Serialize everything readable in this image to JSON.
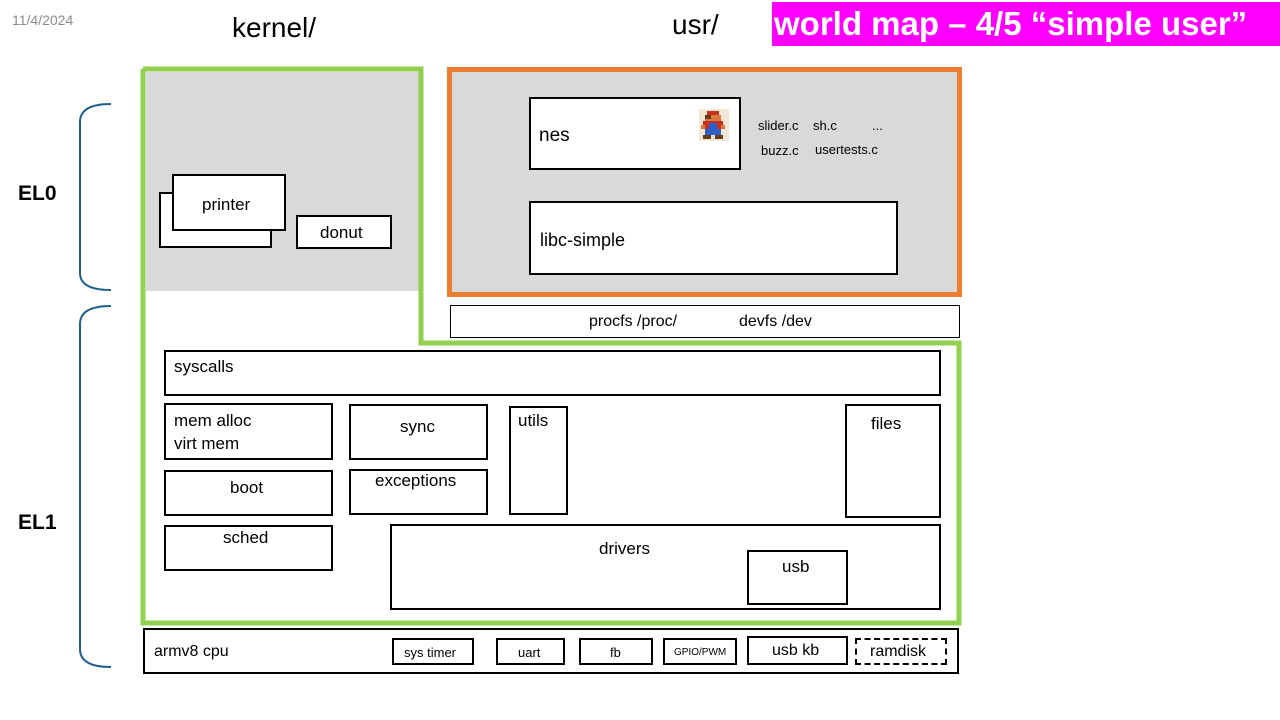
{
  "slide": {
    "date": "11/4/2024",
    "title": "world map – 4/5 “simple user”",
    "kernel_label": "kernel/",
    "usr_label": "usr/",
    "colors": {
      "title_bg": "#FF00FF",
      "kernel_border": "#92D050",
      "usr_border": "#ED7D31",
      "gray_fill": "#D9D9D9",
      "brace": "#1F5F8B"
    }
  },
  "levels": {
    "el0": "EL0",
    "el1": "EL1"
  },
  "el0": {
    "printer": "printer",
    "donut": "donut",
    "nes": "nes",
    "files": [
      "slider.c",
      "sh.c",
      "...",
      "buzz.c",
      "usertests.c"
    ],
    "libc": "libc-simple"
  },
  "fs": {
    "procfs": "procfs /proc/",
    "devfs": "devfs /dev"
  },
  "kernel": {
    "syscalls": "syscalls",
    "mem_alloc": "mem alloc",
    "virt_mem": "virt mem",
    "sync": "sync",
    "utils": "utils",
    "files": "files",
    "boot": "boot",
    "exceptions": "exceptions",
    "sched": "sched",
    "drivers": "drivers",
    "usb": "usb"
  },
  "hardware": {
    "cpu": "armv8 cpu",
    "sys_timer": "sys timer",
    "uart": "uart",
    "fb": "fb",
    "gpio": "GPIO/PWM",
    "usb_kb": "usb kb",
    "ramdisk": "ramdisk"
  }
}
